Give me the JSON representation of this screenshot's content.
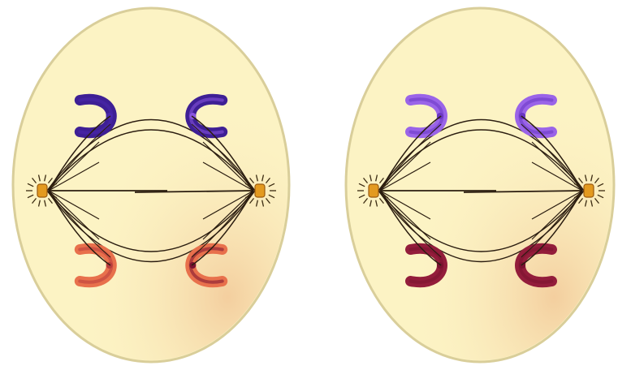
{
  "diagram": {
    "cells": [
      {
        "icon": "dividing-cell-icon",
        "chromosomes": [
          {
            "icon": "chromosome-icon",
            "side": "left",
            "row": "top",
            "colors": [
              "#3e1f95",
              "#4a28ad"
            ]
          },
          {
            "icon": "chromosome-icon",
            "side": "right",
            "row": "top",
            "colors": [
              "#3e1f95",
              "#8a55e0"
            ]
          },
          {
            "icon": "chromosome-icon",
            "side": "left",
            "row": "bottom",
            "colors": [
              "#e8704c",
              "#b83c3c"
            ]
          },
          {
            "icon": "chromosome-icon",
            "side": "right",
            "row": "bottom",
            "colors": [
              "#e8704c",
              "#7a1230"
            ]
          }
        ]
      },
      {
        "icon": "dividing-cell-icon",
        "chromosomes": [
          {
            "icon": "chromosome-icon",
            "side": "left",
            "row": "top",
            "colors": [
              "#9a64e8",
              "#6a36c2"
            ]
          },
          {
            "icon": "chromosome-icon",
            "side": "right",
            "row": "top",
            "colors": [
              "#9a64e8",
              "#6a36c2"
            ]
          },
          {
            "icon": "chromosome-icon",
            "side": "left",
            "row": "bottom",
            "colors": [
              "#931d3b",
              "#7a1230"
            ]
          },
          {
            "icon": "chromosome-icon",
            "side": "right",
            "row": "bottom",
            "colors": [
              "#931d3b",
              "#7a1230"
            ]
          }
        ]
      }
    ],
    "colors": {
      "cytoplasm": "#fcf3c4",
      "cytoplasm_shade": "#f2c898",
      "membrane": "#d9ce9a",
      "spindle_fiber": "#2b1d10",
      "centrosome": "#e39a20",
      "aster_ray": "#3a2a10"
    }
  }
}
